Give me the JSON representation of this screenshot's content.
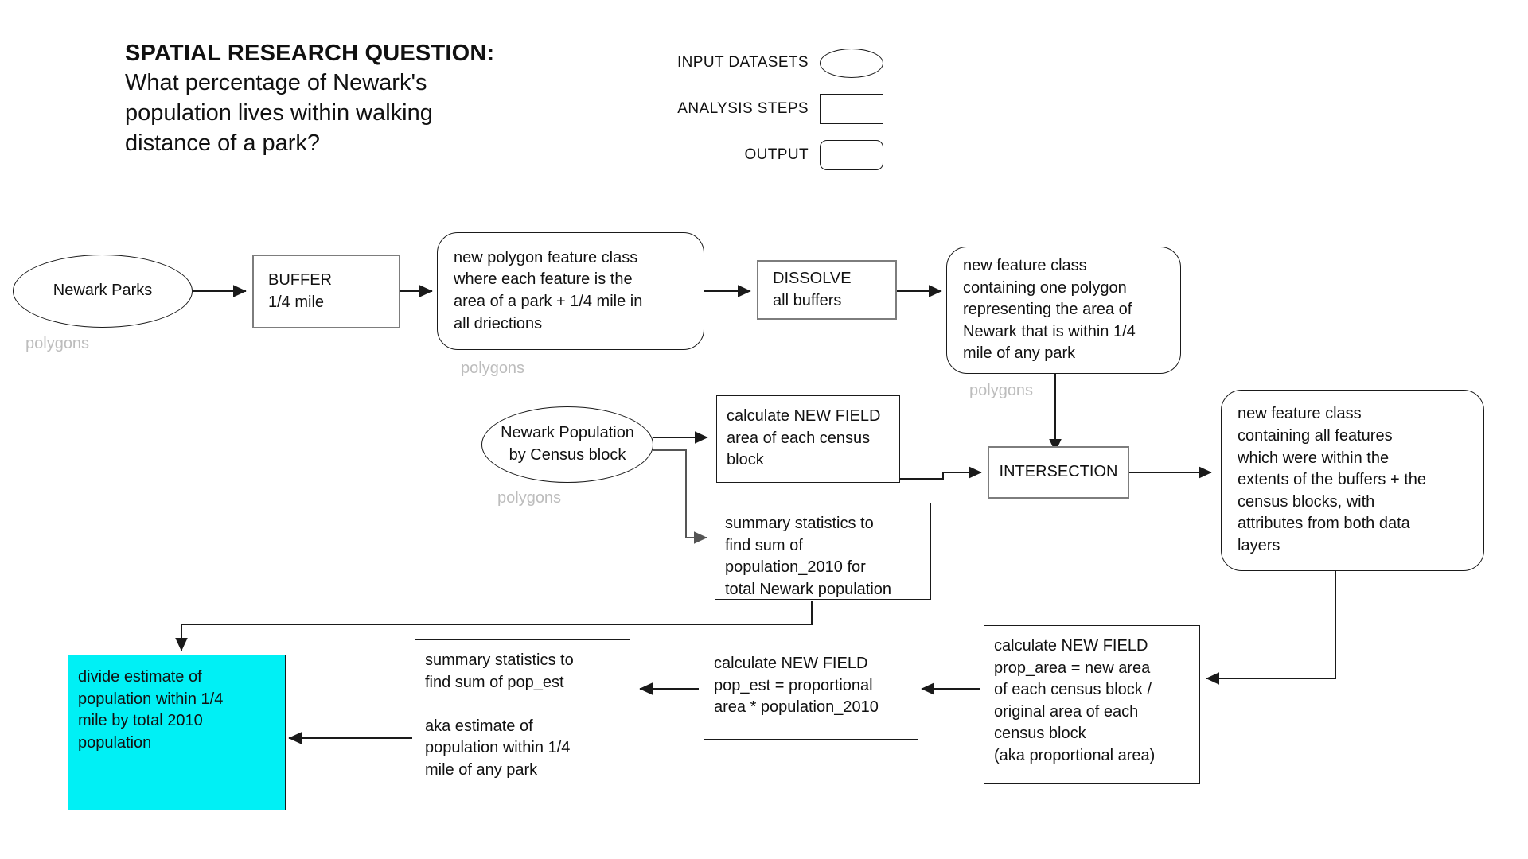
{
  "header": {
    "title_label": "SPATIAL RESEARCH QUESTION:",
    "question_line1": "What percentage of Newark's",
    "question_line2": "population lives within walking",
    "question_line3": "distance of a park?"
  },
  "legend": {
    "items": [
      {
        "label": "INPUT DATASETS",
        "shape": "ellipse"
      },
      {
        "label": "ANALYSIS STEPS",
        "shape": "rect"
      },
      {
        "label": "OUTPUT",
        "shape": "rounded"
      }
    ]
  },
  "colors": {
    "output_highlight": "#00f0f5",
    "step_border": "#7d7d7d",
    "line": "#1a1a1a",
    "geom_label": "#bdbdbd"
  },
  "nodes": {
    "newark_parks": {
      "label": "Newark Parks",
      "geom": "polygons"
    },
    "buffer": {
      "label": "BUFFER\n1/4 mile"
    },
    "buffer_output": {
      "label": "new polygon feature class\nwhere each feature is the\narea of a park + 1/4 mile in\nall driections",
      "geom": "polygons"
    },
    "dissolve": {
      "label": "DISSOLVE\nall buffers"
    },
    "dissolve_output": {
      "label": "new feature class\ncontaining one polygon\nrepresenting the area of\nNewark that is within 1/4\nmile of any park",
      "geom": "polygons"
    },
    "newark_population": {
      "label": "Newark Population\nby Census block",
      "geom": "polygons"
    },
    "calc_area": {
      "label": "calculate NEW FIELD\narea of each census\nblock"
    },
    "summary_total_pop": {
      "label": "summary statistics to\nfind sum of\npopulation_2010 for\ntotal Newark population"
    },
    "intersection": {
      "label": "INTERSECTION"
    },
    "intersection_output": {
      "label": "new feature class\ncontaining all features\nwhich were within the\nextents of the buffers + the\ncensus blocks, with\nattributes from both data\nlayers"
    },
    "calc_prop_area": {
      "label": "calculate NEW FIELD\nprop_area = new area\nof each census block /\noriginal area of each\ncensus block\n(aka proportional area)"
    },
    "calc_pop_est": {
      "label": "calculate NEW FIELD\npop_est = proportional\narea * population_2010"
    },
    "summary_pop_est": {
      "label": "summary statistics to\nfind sum of pop_est\n\naka estimate of\npopulation within 1/4\nmile of any park"
    },
    "final_output": {
      "label": "divide estimate of\npopulation within 1/4\nmile by total 2010\npopulation"
    }
  }
}
